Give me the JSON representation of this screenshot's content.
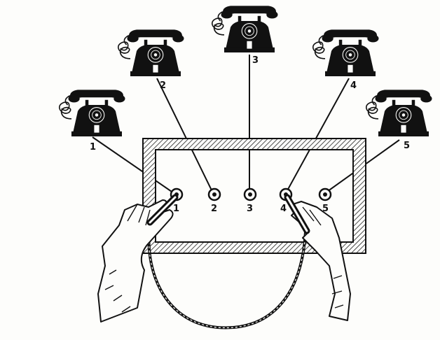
{
  "telephones": [
    {
      "label": "1"
    },
    {
      "label": "2"
    },
    {
      "label": "3"
    },
    {
      "label": "4"
    },
    {
      "label": "5"
    }
  ],
  "jacks": [
    {
      "label": "1"
    },
    {
      "label": "2"
    },
    {
      "label": "3"
    },
    {
      "label": "4"
    },
    {
      "label": "5"
    }
  ],
  "colors": {
    "ink": "#111111",
    "paper": "#fdfdfb",
    "hatch": "#222222"
  },
  "connection": {
    "from_jack": "1",
    "to_jack": "4"
  }
}
